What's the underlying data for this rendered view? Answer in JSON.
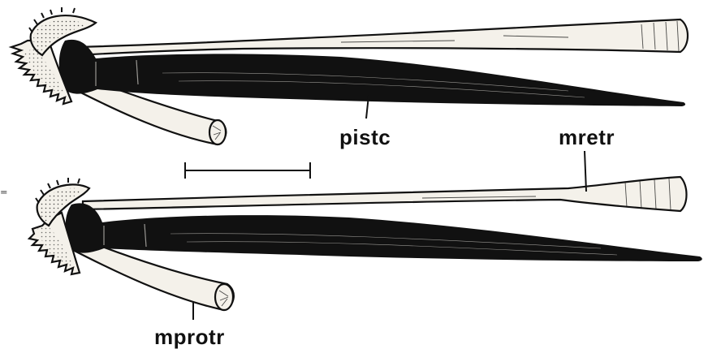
{
  "labels": {
    "pistc": "pistc",
    "mretr": "mretr",
    "mprotr": "mprotr"
  },
  "colors": {
    "ink": "#111111",
    "paper": "#f4f1ea",
    "background": "#ffffff"
  }
}
